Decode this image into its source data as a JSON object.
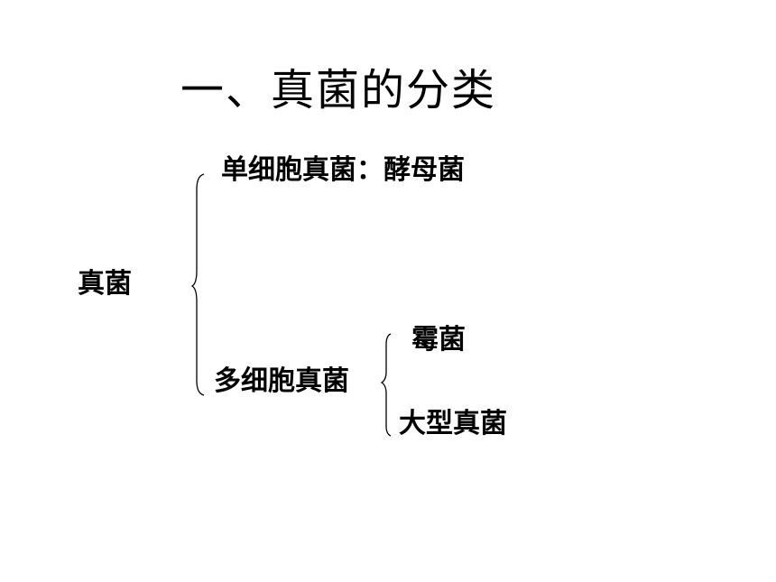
{
  "title": "一、真菌的分类",
  "tree": {
    "root": "真菌",
    "unicellular": "单细胞真菌：酵母菌",
    "multicellular": "多细胞真菌",
    "multicellular_children": [
      "霉菌",
      "大型真菌"
    ]
  }
}
